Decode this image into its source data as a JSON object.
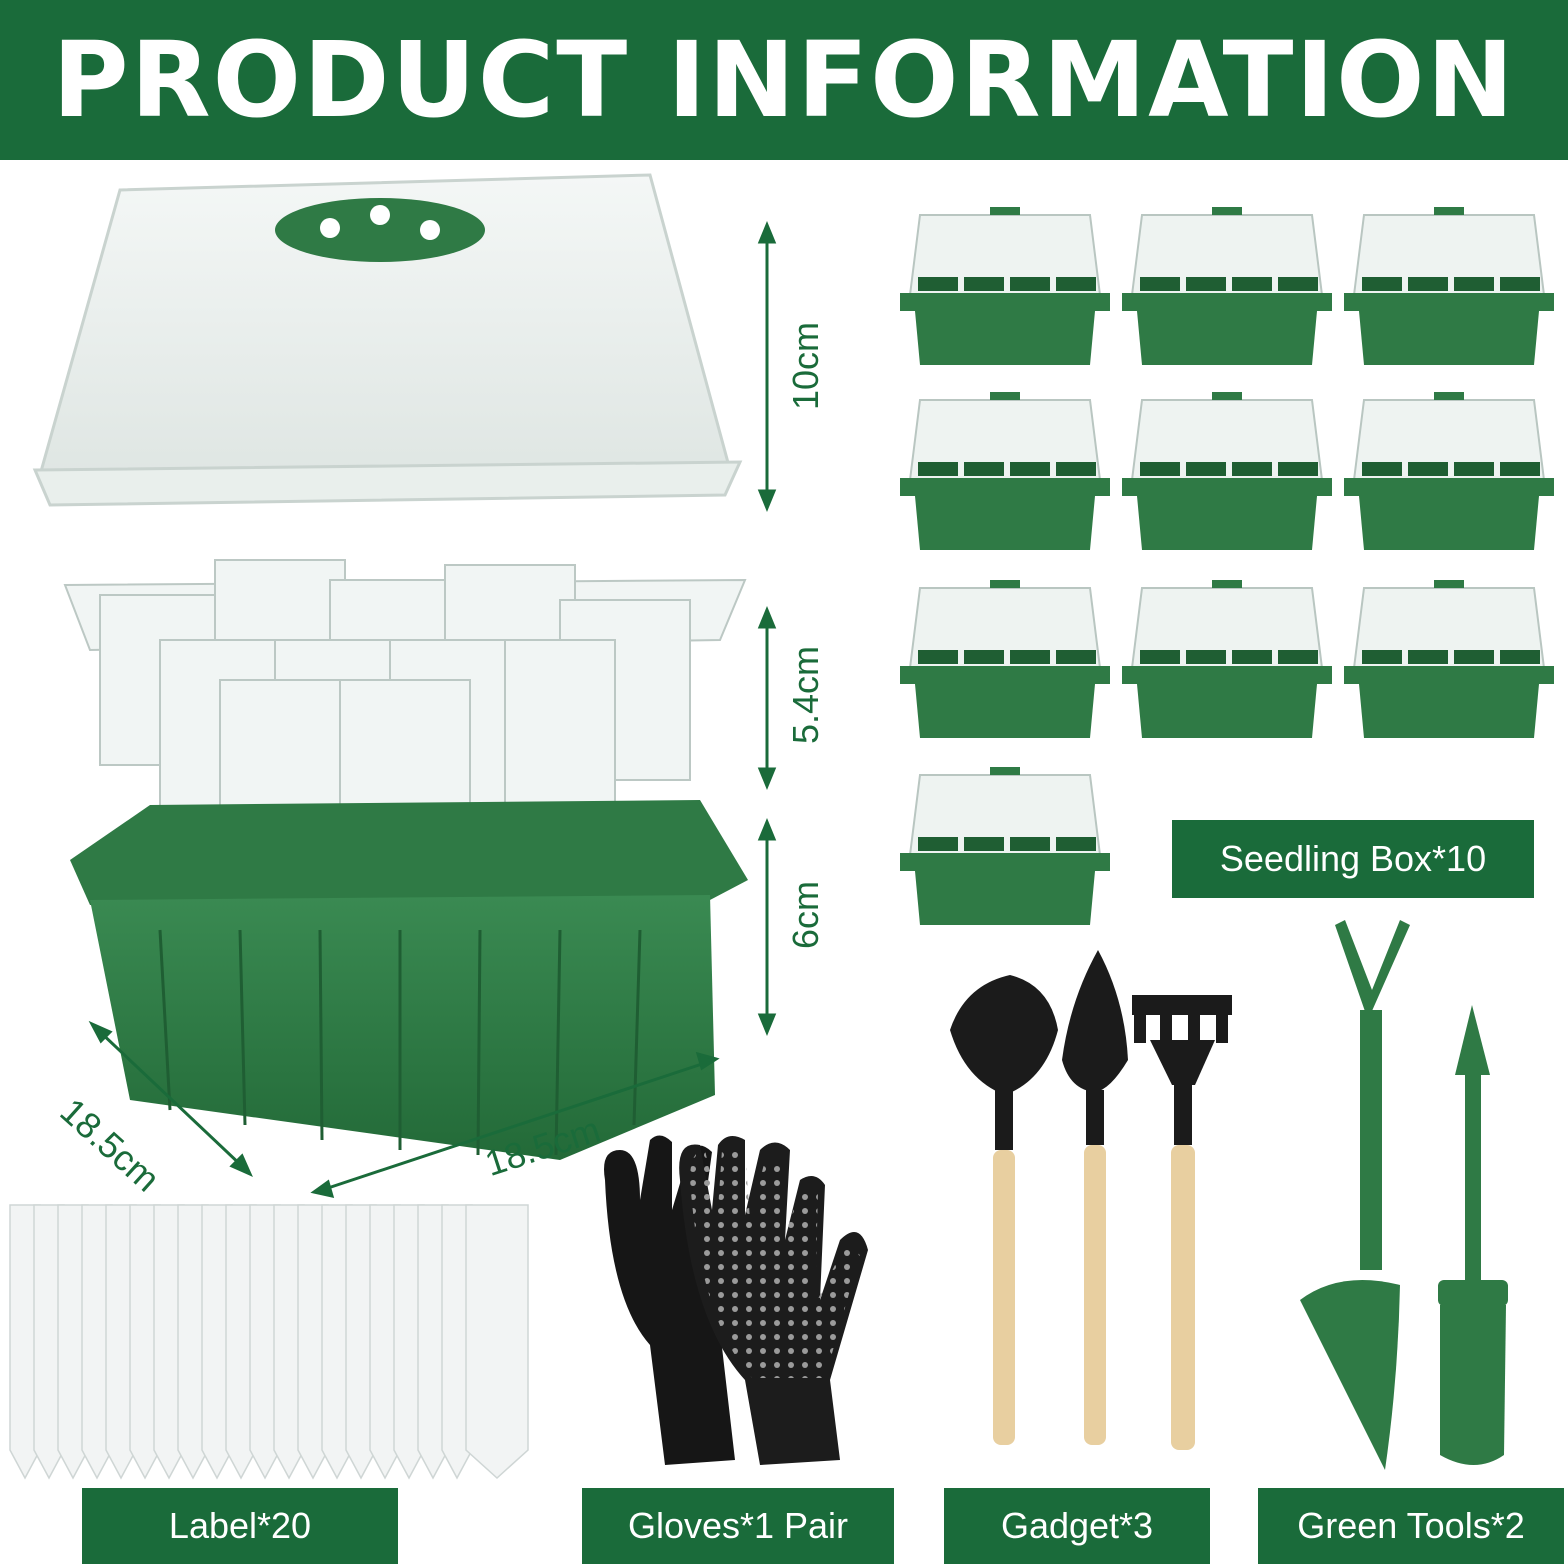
{
  "header": {
    "title": "PRODUCT INFORMATION"
  },
  "dimensions": {
    "dome_height": "10cm",
    "insert_height": "5.4cm",
    "tray_height": "6cm",
    "depth": "18.5cm",
    "width": "18.5cm"
  },
  "labels": {
    "seedling_box": "Seedling Box*10",
    "label": "Label*20",
    "gloves": "Gloves*1 Pair",
    "gadget": "Gadget*3",
    "green_tools": "Green Tools*2"
  },
  "colors": {
    "brand_green": "#1a6b3a",
    "tray_green": "#2f7a45",
    "handle_wood": "#e8cfa0",
    "tool_black": "#1b1b1b"
  },
  "icons": [
    "seedling-tray-icon",
    "glove-icon",
    "shovel-icon",
    "trowel-icon",
    "rake-icon",
    "transplanter-icon",
    "dibber-icon",
    "plant-label-icon"
  ]
}
